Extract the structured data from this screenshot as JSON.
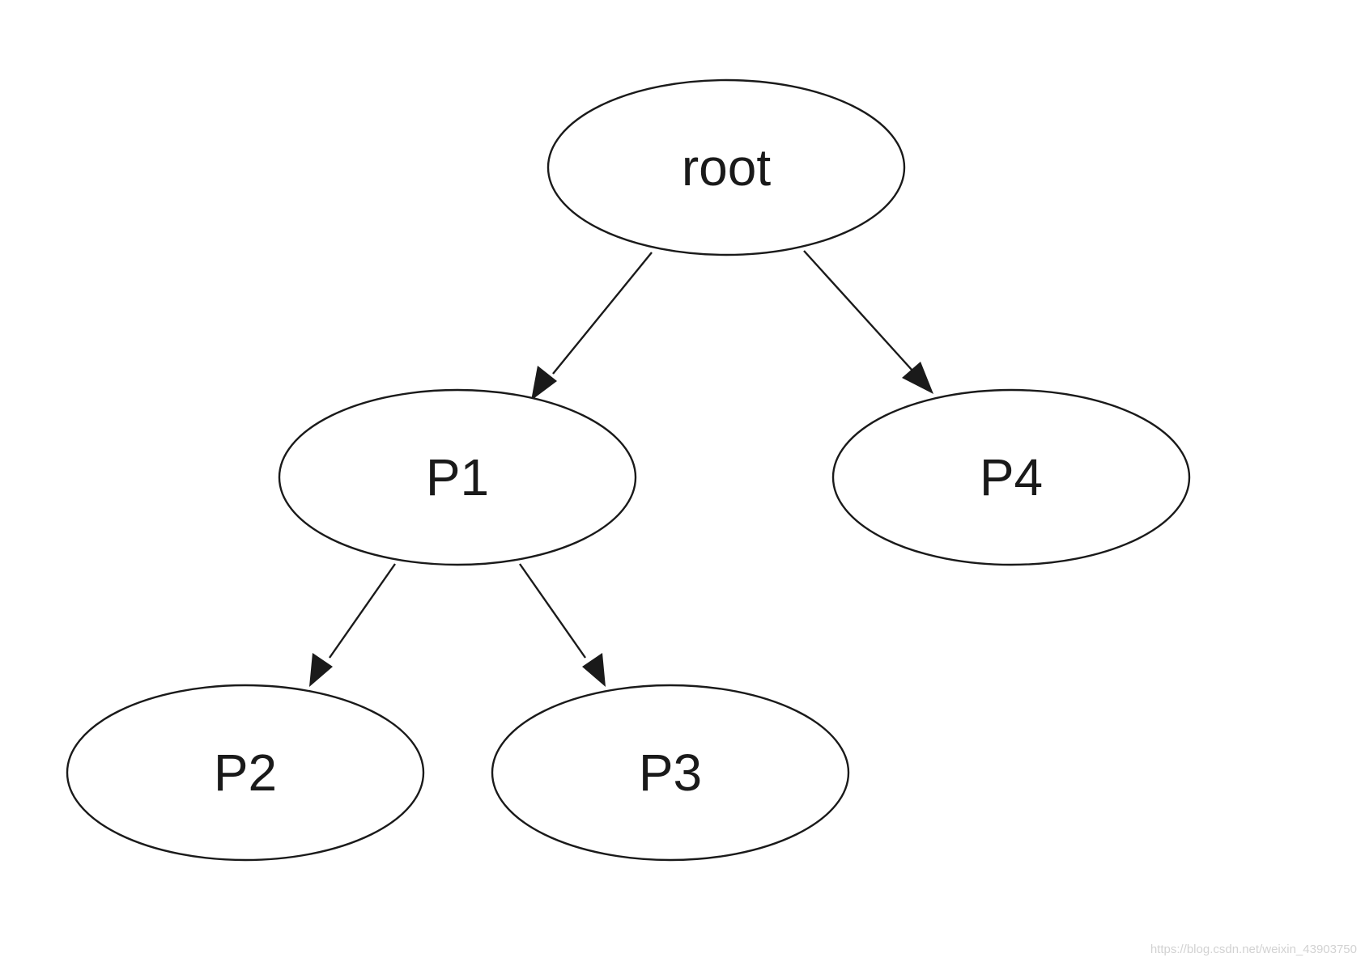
{
  "diagram": {
    "type": "tree",
    "colors": {
      "stroke": "#1a1a1a",
      "fill": "#ffffff",
      "text": "#1a1a1a"
    },
    "nodes": [
      {
        "id": "root",
        "label": "root"
      },
      {
        "id": "p1",
        "label": "P1"
      },
      {
        "id": "p4",
        "label": "P4"
      },
      {
        "id": "p2",
        "label": "P2"
      },
      {
        "id": "p3",
        "label": "P3"
      }
    ],
    "edges": [
      {
        "from": "root",
        "to": "p1"
      },
      {
        "from": "root",
        "to": "p4"
      },
      {
        "from": "p1",
        "to": "p2"
      },
      {
        "from": "p1",
        "to": "p3"
      }
    ]
  },
  "watermark": "https://blog.csdn.net/weixin_43903750"
}
